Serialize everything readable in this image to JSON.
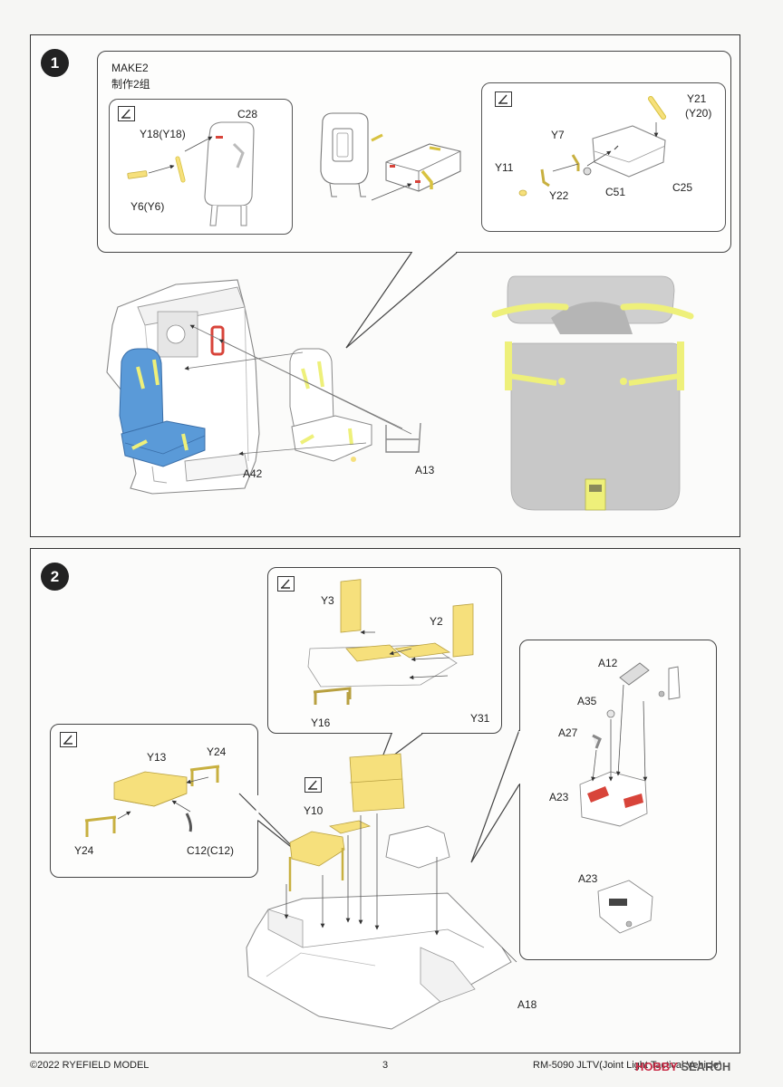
{
  "colors": {
    "yellow": "#eef07a",
    "yellow_part": "#f6e07c",
    "blue": "#5a9ad8",
    "red": "#d8443a",
    "line": "#555555"
  },
  "steps": [
    {
      "number": "1"
    },
    {
      "number": "2"
    }
  ],
  "step1": {
    "make_title": "MAKE2",
    "make_subtitle": "制作2组",
    "labels": {
      "c28": "C28",
      "y18": "Y18(Y18)",
      "y6": "Y6(Y6)",
      "y21": "Y21",
      "y20": "(Y20)",
      "y7": "Y7",
      "y11": "Y11",
      "y22": "Y22",
      "c51": "C51",
      "c25": "C25",
      "a42": "A42",
      "a13": "A13"
    }
  },
  "step2": {
    "labels": {
      "y3": "Y3",
      "y2": "Y2",
      "y16": "Y16",
      "y31": "Y31",
      "y13": "Y13",
      "y24a": "Y24",
      "y24b": "Y24",
      "c12": "C12(C12)",
      "y10": "Y10",
      "a18": "A18",
      "a12": "A12",
      "a35": "A35",
      "a27": "A27",
      "a23a": "A23",
      "a23b": "A23"
    }
  },
  "footer": {
    "copyright": "©2022 RYEFIELD MODEL",
    "page": "3",
    "product": "RM-5090 JLTV(Joint Light Tactical Vehicle)"
  },
  "watermark": {
    "brand": "HOBBY",
    "suffix": "SEARCH"
  }
}
